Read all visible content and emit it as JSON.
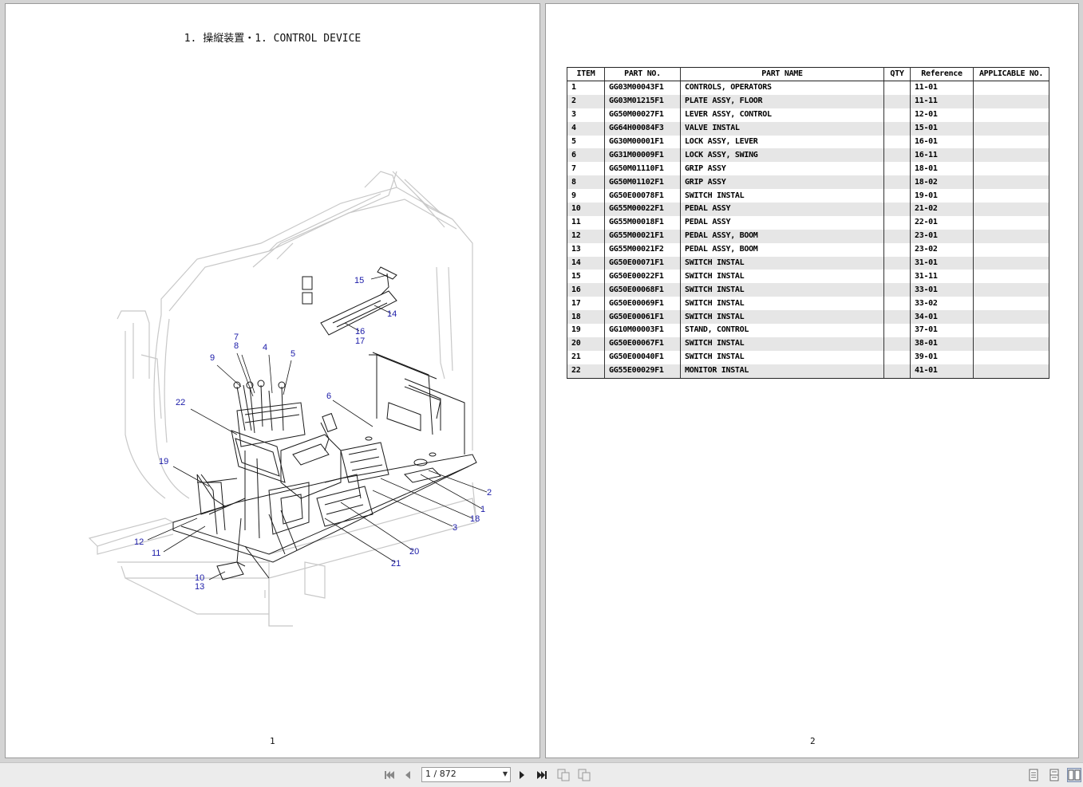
{
  "left_page": {
    "title": "1. 操縦装置・1. CONTROL DEVICE",
    "page_number": "1",
    "callouts": [
      "15",
      "14",
      "16",
      "17",
      "7",
      "8",
      "4",
      "5",
      "9",
      "6",
      "22",
      "19",
      "2",
      "1",
      "18",
      "3",
      "12",
      "11",
      "20",
      "21",
      "10",
      "13"
    ]
  },
  "right_page": {
    "page_number": "2",
    "table": {
      "headers": [
        "ITEM",
        "PART NO.",
        "PART NAME",
        "QTY",
        "Reference",
        "APPLICABLE NO."
      ],
      "rows": [
        [
          "1",
          "GG03M00043F1",
          "CONTROLS, OPERATORS",
          "",
          "11-01",
          ""
        ],
        [
          "2",
          "GG03M01215F1",
          "PLATE ASSY, FLOOR",
          "",
          "11-11",
          ""
        ],
        [
          "3",
          "GG50M00027F1",
          "LEVER ASSY, CONTROL",
          "",
          "12-01",
          ""
        ],
        [
          "4",
          "GG64H00084F3",
          "VALVE INSTAL",
          "",
          "15-01",
          ""
        ],
        [
          "5",
          "GG30M00001F1",
          "LOCK ASSY, LEVER",
          "",
          "16-01",
          ""
        ],
        [
          "6",
          "GG31M00009F1",
          "LOCK ASSY, SWING",
          "",
          "16-11",
          ""
        ],
        [
          "7",
          "GG50M01110F1",
          "GRIP ASSY",
          "",
          "18-01",
          ""
        ],
        [
          "8",
          "GG50M01102F1",
          "GRIP ASSY",
          "",
          "18-02",
          ""
        ],
        [
          "9",
          "GG50E00078F1",
          "SWITCH INSTAL",
          "",
          "19-01",
          ""
        ],
        [
          "10",
          "GG55M00022F1",
          "PEDAL ASSY",
          "",
          "21-02",
          ""
        ],
        [
          "11",
          "GG55M00018F1",
          "PEDAL ASSY",
          "",
          "22-01",
          ""
        ],
        [
          "12",
          "GG55M00021F1",
          "PEDAL ASSY, BOOM",
          "",
          "23-01",
          ""
        ],
        [
          "13",
          "GG55M00021F2",
          "PEDAL ASSY, BOOM",
          "",
          "23-02",
          ""
        ],
        [
          "14",
          "GG50E00071F1",
          "SWITCH INSTAL",
          "",
          "31-01",
          ""
        ],
        [
          "15",
          "GG50E00022F1",
          "SWITCH INSTAL",
          "",
          "31-11",
          ""
        ],
        [
          "16",
          "GG50E00068F1",
          "SWITCH INSTAL",
          "",
          "33-01",
          ""
        ],
        [
          "17",
          "GG50E00069F1",
          "SWITCH INSTAL",
          "",
          "33-02",
          ""
        ],
        [
          "18",
          "GG50E00061F1",
          "SWITCH INSTAL",
          "",
          "34-01",
          ""
        ],
        [
          "19",
          "GG10M00003F1",
          "STAND, CONTROL",
          "",
          "37-01",
          ""
        ],
        [
          "20",
          "GG50E00067F1",
          "SWITCH INSTAL",
          "",
          "38-01",
          ""
        ],
        [
          "21",
          "GG50E00040F1",
          "SWITCH INSTAL",
          "",
          "39-01",
          ""
        ],
        [
          "22",
          "GG55E00029F1",
          "MONITOR INSTAL",
          "",
          "41-01",
          ""
        ]
      ]
    }
  },
  "toolbar": {
    "page_indicator": "1 / 872",
    "icons": [
      "first-page-icon",
      "previous-page-icon",
      "next-page-icon",
      "last-page-icon",
      "go-back-view-icon",
      "go-forward-view-icon",
      "single-page-view-icon",
      "continuous-view-icon",
      "facing-pages-view-icon"
    ]
  }
}
